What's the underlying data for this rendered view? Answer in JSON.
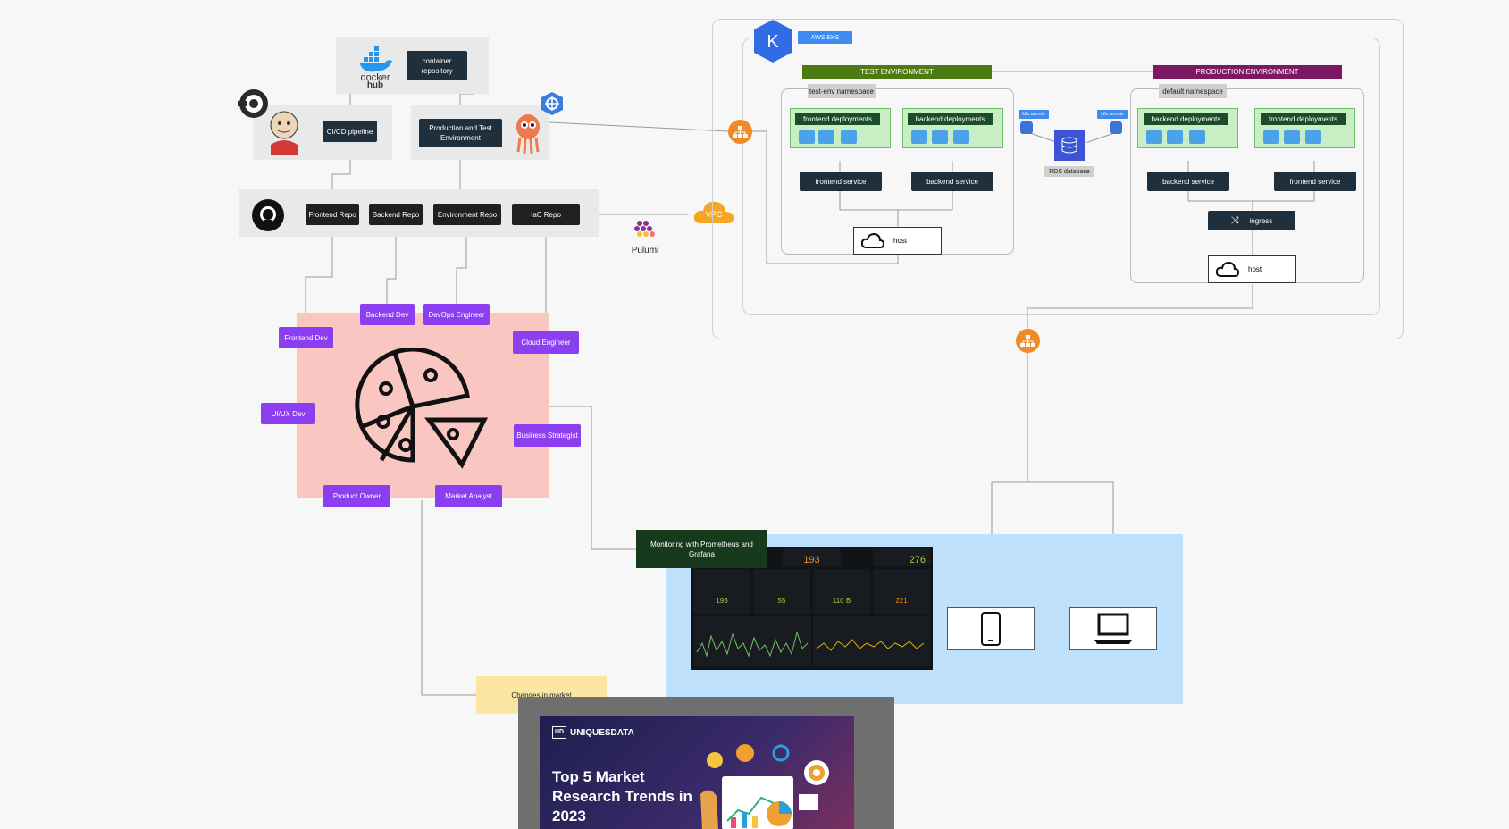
{
  "pipeline": {
    "docker_logo": "docker hub",
    "container_repository": "container repository",
    "cicd_pipeline": "CI/CD pipeline",
    "prod_test_env": "Production and Test Environment"
  },
  "repos": {
    "frontend": "Frontend Repo",
    "backend": "Backend Repo",
    "environment": "Environment Repo",
    "iac": "IaC Repo"
  },
  "pulumi": "Pulumi",
  "vpc": "VPC",
  "team": {
    "frontend_dev": "Frontend Dev",
    "backend_dev": "Backend Dev",
    "devops": "DevOps Engineer",
    "cloud": "Cloud Engineer",
    "uiux": "UI/UX Dev",
    "business": "Business Strategist",
    "product_owner": "Product Owner",
    "market_analyst": "Market Analyst"
  },
  "eks": {
    "label": "AWS EKS",
    "test_env": "TEST ENVIRONMENT",
    "prod_env": "PRODUCTION ENVIRONMENT",
    "test_ns": "test-env namespace",
    "default_ns": "default namespace",
    "frontend_deployments": "frontend deployments",
    "backend_deployments": "backend deployments",
    "frontend_service": "frontend service",
    "backend_service": "backend service",
    "host": "host",
    "ingress": "ingress",
    "rds": "RDS database",
    "k8s_secrets": "k8s secrets"
  },
  "monitoring": {
    "title": "Monitoring with Prometheus and Grafana",
    "logins": "193",
    "signups": "276",
    "gauge1": "193",
    "gauge2": "55",
    "gauge3": "110 B",
    "gauge4": "221"
  },
  "market": {
    "changes": "Changes in market",
    "brand": "UNIQUESDATA",
    "headline": "Top 5 Market Research Trends in 2023"
  },
  "colors": {
    "test_env": "#4e7a14",
    "prod_env": "#7b1a63",
    "purple": "#8b3ff0",
    "pink_panel": "#f9c6c2",
    "blue_panel": "#bfe0fb",
    "yellow_note": "#fbe5a2",
    "orange": "#f08a24"
  }
}
